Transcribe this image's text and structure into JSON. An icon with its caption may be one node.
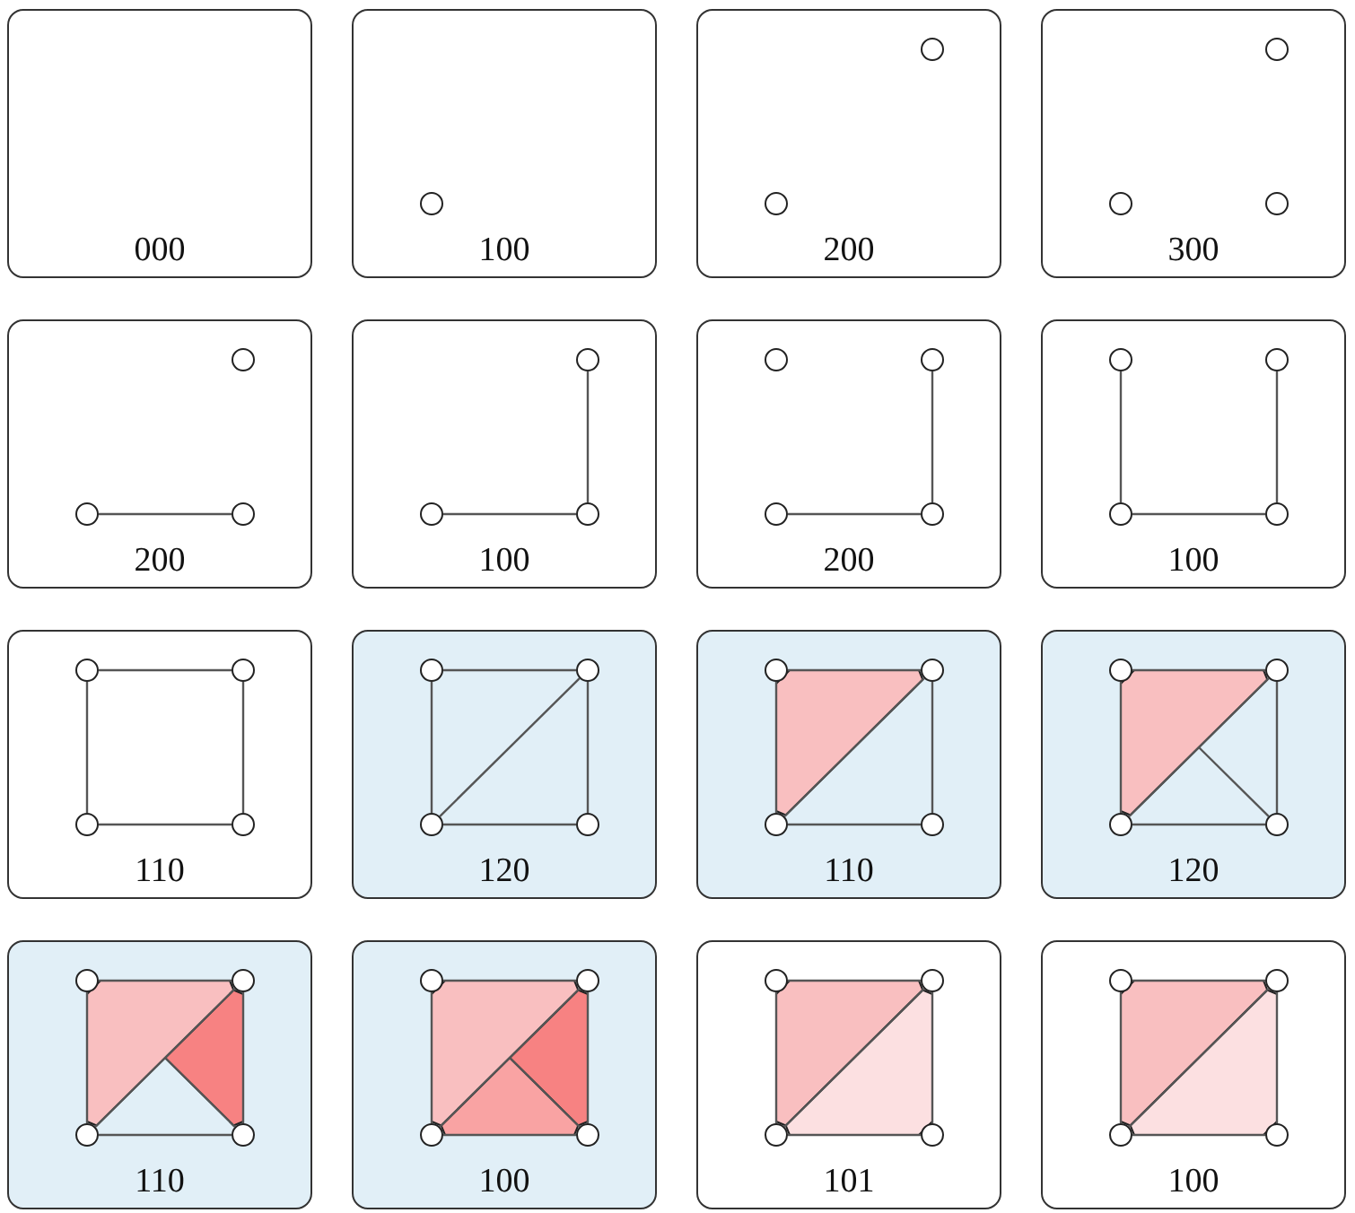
{
  "diagram": {
    "nodes": [
      {
        "text": [
          "000"
        ]
      },
      {
        "text": [
          "100"
        ]
      },
      {
        "text": [],
        "shape": "circle",
        "in": 1
      },
      {
        "text": [
          "200"
        ]
      },
      {
        "text": [],
        "shape": "circle",
        "in": 3
      },
      {
        "text": [],
        "shape": "circle",
        "in": 3
      },
      {
        "text": [
          "300"
        ]
      },
      {
        "text": [],
        "shape": "circle",
        "in": 6
      },
      {
        "text": [],
        "shape": "circle",
        "in": 6
      },
      {
        "text": [],
        "shape": "circle",
        "in": 6
      },
      {
        "text": [
          "200"
        ]
      },
      {
        "text": [],
        "shape": "circle",
        "in": 10
      },
      {
        "text": [],
        "shape": "circle",
        "in": 10
      },
      {
        "text": [],
        "shape": "circle",
        "in": 10
      },
      {
        "text": [
          "100"
        ]
      },
      {
        "text": [],
        "shape": "circle",
        "in": 14
      },
      {
        "text": [],
        "shape": "circle",
        "in": 14
      },
      {
        "text": [],
        "shape": "circle",
        "in": 14
      },
      {
        "text": [
          "200"
        ]
      },
      {
        "text": [],
        "shape": "circle",
        "in": 18
      },
      {
        "text": [],
        "shape": "circle",
        "in": 18
      },
      {
        "text": [],
        "shape": "circle",
        "in": 18
      },
      {
        "text": [],
        "shape": "circle",
        "in": 18
      },
      {
        "text": [
          "100"
        ]
      },
      {
        "text": [],
        "shape": "circle",
        "in": 23
      },
      {
        "text": [],
        "shape": "circle",
        "in": 23
      },
      {
        "text": [],
        "shape": "circle",
        "in": 23
      },
      {
        "text": [],
        "shape": "circle",
        "in": 23
      },
      {
        "text": [
          "110"
        ]
      },
      {
        "text": [],
        "shape": "circle",
        "in": 28
      },
      {
        "text": [],
        "shape": "circle",
        "in": 28
      },
      {
        "text": [],
        "shape": "circle",
        "in": 28
      },
      {
        "text": [],
        "shape": "circle",
        "in": 28
      },
      {
        "text": [
          "120"
        ]
      },
      {
        "text": [],
        "shape": "circle",
        "in": 33
      },
      {
        "text": [],
        "shape": "circle",
        "in": 33
      },
      {
        "text": [],
        "shape": "circle",
        "in": 33
      },
      {
        "text": [],
        "shape": "circle",
        "in": 33
      },
      {
        "text": [
          "110"
        ]
      },
      {
        "text": [],
        "shape": "triangle",
        "in": 38
      },
      {
        "text": [],
        "shape": "circle",
        "in": 38
      },
      {
        "text": [],
        "shape": "circle",
        "in": 38
      },
      {
        "text": [],
        "shape": "circle",
        "in": 38
      },
      {
        "text": [],
        "shape": "circle",
        "in": 38
      },
      {
        "text": [
          "120"
        ]
      },
      {
        "text": [],
        "shape": "triangle",
        "in": 44
      },
      {
        "text": [],
        "shape": "circle",
        "in": 44
      },
      {
        "text": [],
        "shape": "circle",
        "in": 44
      },
      {
        "text": [],
        "shape": "circle",
        "in": 44
      },
      {
        "text": [],
        "shape": "circle",
        "in": 44
      },
      {
        "text": [
          "110"
        ]
      },
      {
        "text": [],
        "shape": "triangle",
        "in": 50
      },
      {
        "text": [],
        "shape": "triangle",
        "in": 50
      },
      {
        "text": [],
        "shape": "circle",
        "in": 50
      },
      {
        "text": [],
        "shape": "circle",
        "in": 50
      },
      {
        "text": [],
        "shape": "circle",
        "in": 50
      },
      {
        "text": [],
        "shape": "circle",
        "in": 50
      },
      {
        "text": [
          "100"
        ]
      },
      {
        "text": [],
        "shape": "triangle",
        "in": 57
      },
      {
        "text": [],
        "shape": "triangle",
        "in": 57
      },
      {
        "text": [],
        "shape": "triangle",
        "in": 57
      },
      {
        "text": [],
        "shape": "circle",
        "in": 57
      },
      {
        "text": [],
        "shape": "circle",
        "in": 57
      },
      {
        "text": [],
        "shape": "circle",
        "in": 57
      },
      {
        "text": [],
        "shape": "circle",
        "in": 57
      },
      {
        "text": [
          "101"
        ]
      },
      {
        "text": [],
        "shape": "triangle",
        "in": 65
      },
      {
        "text": [],
        "shape": "triangle",
        "in": 65
      },
      {
        "text": [],
        "shape": "circle",
        "in": 65
      },
      {
        "text": [],
        "shape": "circle",
        "in": 65
      },
      {
        "text": [],
        "shape": "circle",
        "in": 65
      },
      {
        "text": [],
        "shape": "circle",
        "in": 65
      },
      {
        "text": [
          "100"
        ]
      },
      {
        "text": [],
        "shape": "triangle",
        "in": 72
      },
      {
        "text": [],
        "shape": "triangle",
        "in": 72
      },
      {
        "text": [],
        "shape": "circle",
        "in": 72
      },
      {
        "text": [],
        "shape": "circle",
        "in": 72
      },
      {
        "text": [],
        "shape": "circle",
        "in": 72
      },
      {
        "text": [],
        "shape": "circle",
        "in": 72
      }
    ],
    "edges": [
      {
        "from": 12,
        "to": 13,
        "arrow": "none"
      },
      {
        "from": 16,
        "to": 17,
        "arrow": "none"
      },
      {
        "from": 17,
        "to": 15,
        "arrow": "none"
      },
      {
        "from": 21,
        "to": 22,
        "arrow": "none"
      },
      {
        "from": 22,
        "to": 20,
        "arrow": "none"
      },
      {
        "from": 24,
        "to": 26,
        "arrow": "none"
      },
      {
        "from": 26,
        "to": 27,
        "arrow": "none"
      },
      {
        "from": 27,
        "to": 25,
        "arrow": "none"
      },
      {
        "from": 29,
        "to": 30,
        "arrow": "none"
      },
      {
        "from": 29,
        "to": 31,
        "arrow": "none"
      },
      {
        "from": 31,
        "to": 32,
        "arrow": "none"
      },
      {
        "from": 32,
        "to": 30,
        "arrow": "none"
      },
      {
        "from": 34,
        "to": 35,
        "arrow": "none"
      },
      {
        "from": 34,
        "to": 36,
        "arrow": "none"
      },
      {
        "from": 36,
        "to": 37,
        "arrow": "none"
      },
      {
        "from": 37,
        "to": 35,
        "arrow": "none"
      },
      {
        "from": 35,
        "to": 36,
        "arrow": "none"
      },
      {
        "from": 40,
        "to": 41,
        "arrow": "none"
      },
      {
        "from": 40,
        "to": 42,
        "arrow": "none"
      },
      {
        "from": 42,
        "to": 43,
        "arrow": "none"
      },
      {
        "from": 43,
        "to": 41,
        "arrow": "none"
      },
      {
        "from": 41,
        "to": 42,
        "arrow": "none"
      },
      {
        "from": 46,
        "to": 47,
        "arrow": "none"
      },
      {
        "from": 46,
        "to": 48,
        "arrow": "none"
      },
      {
        "from": 48,
        "to": 49,
        "arrow": "none"
      },
      {
        "from": 49,
        "to": 47,
        "arrow": "none"
      },
      {
        "from": 47,
        "to": 48,
        "arrow": "none"
      },
      {
        "from": 49,
        "to": 45,
        "arrow": "none"
      },
      {
        "from": 53,
        "to": 54,
        "arrow": "none"
      },
      {
        "from": 53,
        "to": 55,
        "arrow": "none"
      },
      {
        "from": 55,
        "to": 56,
        "arrow": "none"
      },
      {
        "from": 56,
        "to": 54,
        "arrow": "none"
      },
      {
        "from": 54,
        "to": 55,
        "arrow": "none"
      },
      {
        "from": 56,
        "to": 51,
        "arrow": "none"
      },
      {
        "from": 61,
        "to": 62,
        "arrow": "none"
      },
      {
        "from": 61,
        "to": 63,
        "arrow": "none"
      },
      {
        "from": 63,
        "to": 64,
        "arrow": "none"
      },
      {
        "from": 64,
        "to": 62,
        "arrow": "none"
      },
      {
        "from": 62,
        "to": 63,
        "arrow": "none"
      },
      {
        "from": 64,
        "to": 58,
        "arrow": "none"
      },
      {
        "from": 68,
        "to": 69,
        "arrow": "none"
      },
      {
        "from": 68,
        "to": 70,
        "arrow": "none"
      },
      {
        "from": 70,
        "to": 71,
        "arrow": "none"
      },
      {
        "from": 71,
        "to": 69,
        "arrow": "none"
      },
      {
        "from": 69,
        "to": 70,
        "arrow": "none"
      },
      {
        "from": 75,
        "to": 76,
        "arrow": "none"
      },
      {
        "from": 75,
        "to": 77,
        "arrow": "none"
      },
      {
        "from": 77,
        "to": 78,
        "arrow": "none"
      },
      {
        "from": 78,
        "to": 76,
        "arrow": "none"
      },
      {
        "from": 76,
        "to": 77,
        "arrow": "none"
      }
    ]
  }
}
